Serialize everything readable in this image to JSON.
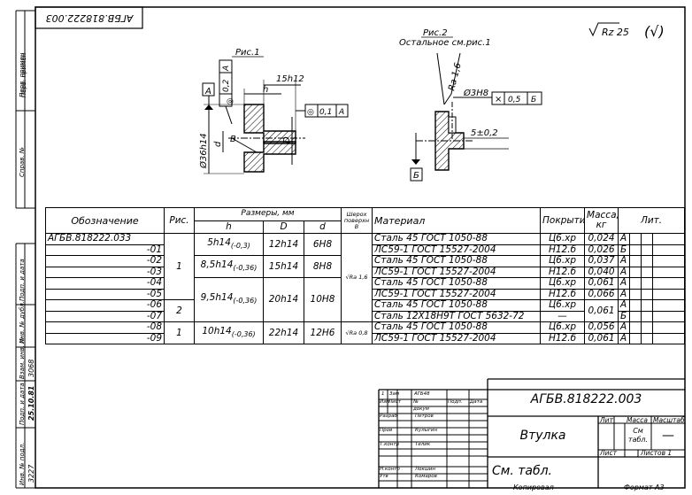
{
  "top_stamp": "АГБВ.818222.003",
  "roughness_general": {
    "value": "Rz 25",
    "other": "(√)"
  },
  "fig1": {
    "title": "Рис.1",
    "datum_a": "A",
    "runout": "0,2",
    "runout_datum": "A",
    "dim_15h12": "15h12",
    "dim_h": "h",
    "face_runout": "0,1",
    "face_runout_datum": "A",
    "dim_d36": "Ø36h14",
    "dim_d": "d",
    "dim_D": "D",
    "label_B": "B"
  },
  "fig2": {
    "title": "Рис.2",
    "subtitle": "Остальное см.рис.1",
    "ra": "Ra 1,6",
    "hole": "Ø3H8",
    "pos_tol": "0,5",
    "pos_datum": "Б",
    "dim_5": "5±0,2",
    "datum_b": "Б"
  },
  "table": {
    "headers": {
      "designation": "Обозначение",
      "fig": "Рис.",
      "sizes": "Размеры, мм",
      "h": "h",
      "D": "D",
      "d": "d",
      "rough": "Шерох поверхн B",
      "material": "Материал",
      "coating": "Покрытие",
      "mass": "Масса, кг",
      "lit": "Лит."
    },
    "rows": [
      {
        "des": "АГБВ.818222.033",
        "mat": "Сталь 45 ГОСТ 1050-88",
        "cov": "Ц6.хр",
        "mass": "0,024",
        "lit": "A"
      },
      {
        "des": "-01",
        "mat": "ЛС59-1 ГОСТ 15527-2004",
        "cov": "Н12.б",
        "mass": "0,026",
        "lit": "Б"
      },
      {
        "des": "-02",
        "mat": "Сталь 45 ГОСТ 1050-88",
        "cov": "Ц6.хр",
        "mass": "0,037",
        "lit": "A"
      },
      {
        "des": "-03",
        "mat": "ЛС59-1 ГОСТ 15527-2004",
        "cov": "Н12.б",
        "mass": "0,040",
        "lit": "A"
      },
      {
        "des": "-04",
        "mat": "Сталь 45 ГОСТ 1050-88",
        "cov": "Ц6.хр",
        "mass": "0,061",
        "lit": "A"
      },
      {
        "des": "-05",
        "mat": "ЛС59-1 ГОСТ 15527-2004",
        "cov": "Н12.б",
        "mass": "0,066",
        "lit": "A"
      },
      {
        "des": "-06",
        "mat": "Сталь 45 ГОСТ 1050-88",
        "cov": "Ц6.хр",
        "mass": "",
        "lit": "A"
      },
      {
        "des": "-07",
        "mat": "Сталь 12Х18Н9Т ГОСТ 5632-72",
        "cov": "—",
        "mass": "",
        "lit": "Б"
      },
      {
        "des": "-08",
        "mat": "Сталь 45 ГОСТ 1050-88",
        "cov": "Ц6.хр",
        "mass": "0,056",
        "lit": "A"
      },
      {
        "des": "-09",
        "mat": "ЛС59-1 ГОСТ 15527-2004",
        "cov": "Н12.б",
        "mass": "0,061",
        "lit": "A"
      }
    ],
    "groups": [
      {
        "h": "5h14",
        "h_tol": "(-0,3)",
        "D": "12h14",
        "d": "6H8"
      },
      {
        "h": "8,5h14",
        "h_tol": "(-0,36)",
        "D": "15h14",
        "d": "8H8"
      },
      {
        "h": "9,5h14",
        "h_tol": "(-0,36)",
        "D": "20h14",
        "d": "10H8"
      },
      {
        "h": "10h14",
        "h_tol": "(-0,36)",
        "D": "22h14",
        "d": "12H6"
      }
    ],
    "fig1_label": "1",
    "fig2_label": "2",
    "fig3_label": "1",
    "ra1": "Ra 1,6",
    "ra2": "Ra 0,8",
    "mass_merged": "0,061"
  },
  "side_labels": {
    "perv": "Перв. примен",
    "sprav": "Справ. №",
    "podp1": "Подп. и дата",
    "inv_dubl": "Инв. № дубл.",
    "vzam": "Взам. инв. №",
    "vzam_no": "3068",
    "podp2": "Подп. и дата",
    "podp2_val": "25.10.81",
    "inv_podl": "Инв. № подл.",
    "inv_podl_no": "3227"
  },
  "title_block": {
    "doc_no": "АГБВ.818222.003",
    "name": "Втулка",
    "material": "См. табл.",
    "lit": "Лит",
    "mass": "Масса",
    "scale": "Масштаб",
    "mass_val": "См табл.",
    "scale_val": "—",
    "sheet": "Лист",
    "sheets": "Листов 1",
    "rows": [
      {
        "a": "1",
        "b": "Зам",
        "c": "АГБ48",
        "d": "",
        "e": ""
      },
      {
        "a": "Изм",
        "b": "Лист",
        "c": "№ докум",
        "d": "Подп.",
        "e": "Дата"
      },
      {
        "a": "Разраб",
        "b": "",
        "c": "Петров",
        "d": "",
        "e": ""
      },
      {
        "a": "Пров",
        "b": "",
        "c": "Кулыгин",
        "d": "",
        "e": ""
      },
      {
        "a": "Т.контр",
        "b": "",
        "c": "Телик",
        "d": "",
        "e": ""
      },
      {
        "a": "",
        "b": "",
        "c": "",
        "d": "",
        "e": ""
      },
      {
        "a": "Н.контр",
        "b": "",
        "c": "Локшин",
        "d": "",
        "e": ""
      },
      {
        "a": "Утв",
        "b": "",
        "c": "Комаров",
        "d": "",
        "e": ""
      }
    ],
    "copied": "Копировал",
    "format": "Формат А3"
  }
}
